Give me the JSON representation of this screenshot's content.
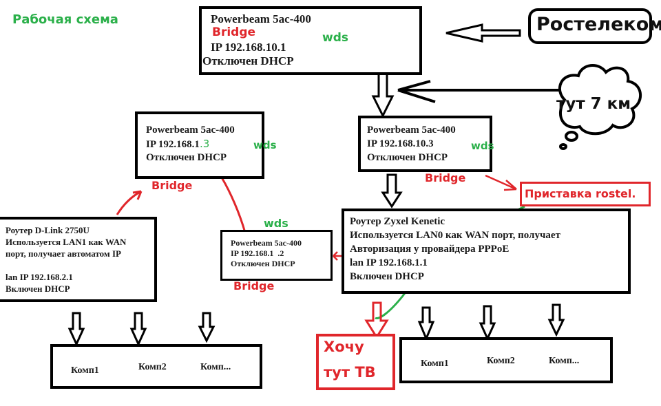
{
  "title": "Рабочая схема",
  "colors": {
    "green": "#2bb04a",
    "red": "#e0262b",
    "black": "#000000"
  },
  "provider": {
    "label": "Ростелеком"
  },
  "cloud": {
    "label": "тут 7 км"
  },
  "nodes": {
    "pb_main": {
      "lines": [
        "Powerbeam 5ac-400",
        "IP 192.168.10.1",
        "Отключен DHCP"
      ],
      "mode": "Bridge",
      "link": "wds"
    },
    "pb_10_3": {
      "lines": [
        "Powerbeam 5ac-400",
        "IP 192.168.10.3",
        "Отключен DHCP"
      ],
      "mode": "Bridge",
      "link": "wds"
    },
    "pb_1_3": {
      "lines": [
        "Powerbeam 5ac-400",
        "IP 192.168.1",
        "Отключен DHCP"
      ],
      "ip_suffix": ".3",
      "mode": "Bridge",
      "link": "wds"
    },
    "pb_1_2": {
      "lines": [
        "Powerbeam 5ac-400",
        "IP 192.168.1  .2",
        "Отключен DHCP"
      ],
      "mode": "Bridge",
      "link": "wds"
    },
    "zyxel": {
      "lines": [
        "Роутер Zyxel Kenetic",
        "Используется LAN0 как WAN порт, получает",
        "Авторизация у провайдера PPPoE",
        "lan IP 192.168.1.1",
        "Включен DHCP"
      ]
    },
    "dlink": {
      "lines": [
        "Роутер D-Link 2750U",
        "Используется LAN1 как WAN",
        "порт, получает автоматом IP",
        "",
        "lan IP 192.168.2.1",
        "Включен DHCP"
      ]
    }
  },
  "stb": {
    "label": "Приставка rostel."
  },
  "want_tv": {
    "lines": [
      "Хочу",
      "тут ТВ"
    ]
  },
  "left_pcs": [
    "Комп1",
    "Комп2",
    "Комп..."
  ],
  "right_pcs": [
    "Комп1",
    "Комп2",
    "Комп..."
  ]
}
